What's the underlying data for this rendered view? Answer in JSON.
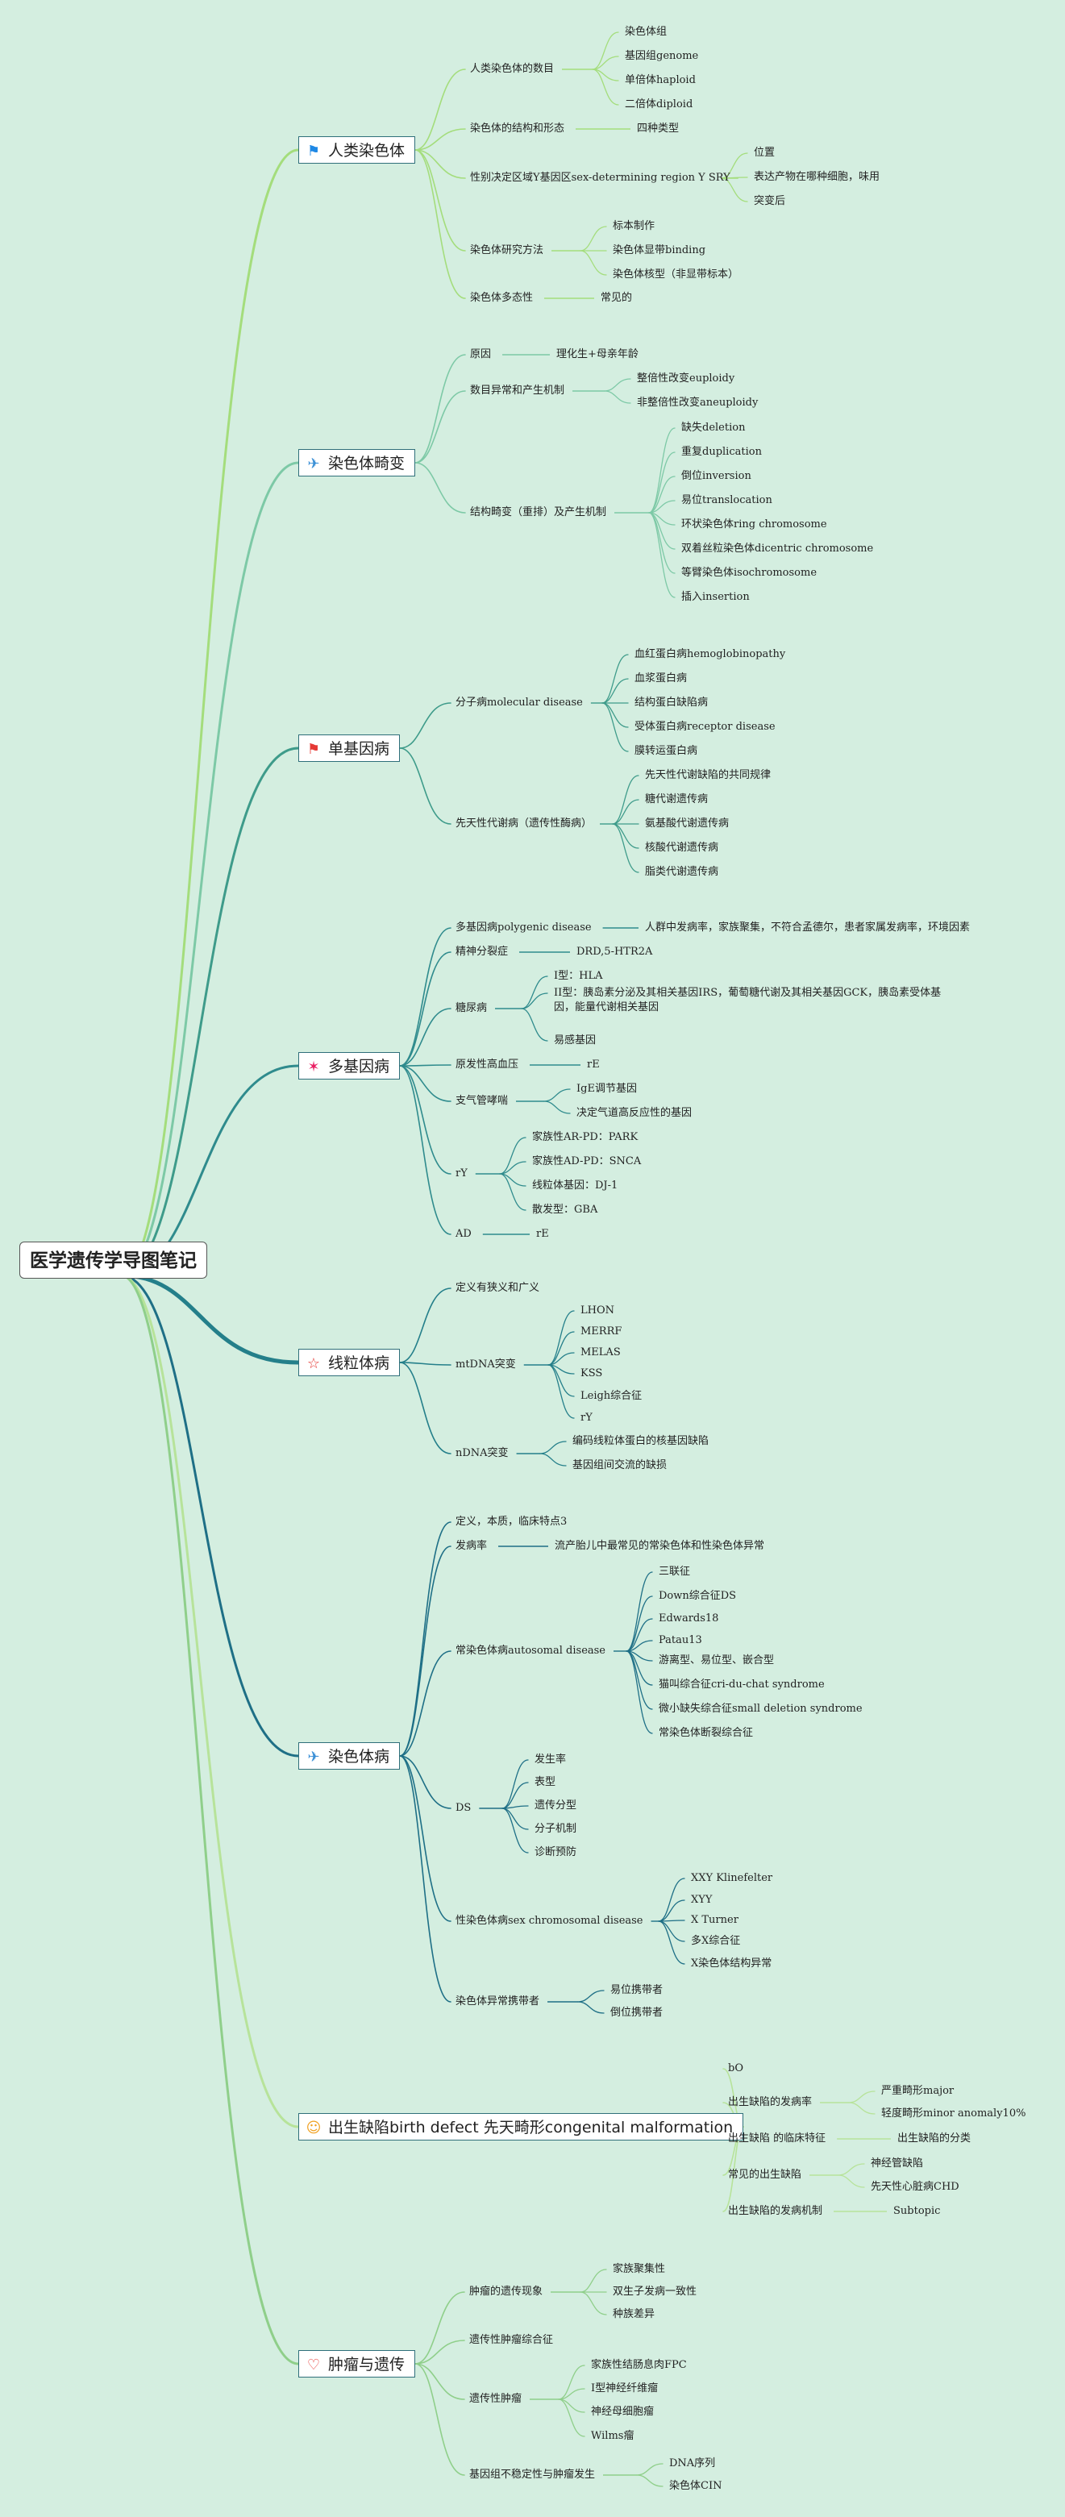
{
  "root": "医学遗传学导图笔记",
  "branches": [
    {
      "label": "人类染色体",
      "icon": "blue-flag-icon",
      "glyph": "⚑",
      "color": "#1e88e5",
      "children": [
        {
          "label": "人类染色体的数目",
          "children": [
            {
              "label": "染色体组"
            },
            {
              "label": "基因组genome"
            },
            {
              "label": "单倍体haploid"
            },
            {
              "label": "二倍体diploid"
            }
          ]
        },
        {
          "label": "染色体的结构和形态",
          "children": [
            {
              "label": "四种类型"
            }
          ]
        },
        {
          "label": "性别决定区域Y基因区sex-determining region Y SRY",
          "children": [
            {
              "label": "位置"
            },
            {
              "label": "表达产物在哪种细胞，味用"
            },
            {
              "label": "突变后"
            }
          ]
        },
        {
          "label": "染色体研究方法",
          "children": [
            {
              "label": "标本制作"
            },
            {
              "label": "染色体显带binding"
            },
            {
              "label": "染色体核型（非显带标本）"
            }
          ]
        },
        {
          "label": "染色体多态性",
          "children": [
            {
              "label": "常见的"
            }
          ]
        }
      ]
    },
    {
      "label": "染色体畸变",
      "icon": "paper-plane-icon",
      "glyph": "✈",
      "color": "#3a8fd6",
      "children": [
        {
          "label": "原因",
          "children": [
            {
              "label": "理化生+母亲年龄"
            }
          ]
        },
        {
          "label": "数目异常和产生机制",
          "children": [
            {
              "label": "整倍性改变euploidy"
            },
            {
              "label": "非整倍性改变aneuploidy"
            }
          ]
        },
        {
          "label": "结构畸变（重排）及产生机制",
          "children": [
            {
              "label": "缺失deletion"
            },
            {
              "label": "重复duplication"
            },
            {
              "label": "倒位inversion"
            },
            {
              "label": "易位translocation"
            },
            {
              "label": "环状染色体ring chromosome"
            },
            {
              "label": "双着丝粒染色体dicentric chromosome"
            },
            {
              "label": "等臂染色体isochromosome"
            },
            {
              "label": "插入insertion"
            }
          ]
        }
      ]
    },
    {
      "label": "单基因病",
      "icon": "red-flag-icon",
      "glyph": "⚑",
      "color": "#e53935",
      "children": [
        {
          "label": "分子病molecular disease",
          "children": [
            {
              "label": "血红蛋白病hemoglobinopathy"
            },
            {
              "label": "血浆蛋白病"
            },
            {
              "label": "结构蛋白缺陷病"
            },
            {
              "label": "受体蛋白病receptor disease"
            },
            {
              "label": "膜转运蛋白病"
            }
          ]
        },
        {
          "label": "先天性代谢病（遗传性酶病）",
          "children": [
            {
              "label": "先天性代谢缺陷的共同规律"
            },
            {
              "label": "糖代谢遗传病"
            },
            {
              "label": "氨基酸代谢遗传病"
            },
            {
              "label": "核酸代谢遗传病"
            },
            {
              "label": "脂类代谢遗传病"
            }
          ]
        }
      ]
    },
    {
      "label": "多基因病",
      "icon": "sparkle-icon",
      "glyph": "✶",
      "color": "#e91e63",
      "children": [
        {
          "label": "多基因病polygenic disease",
          "children": [
            {
              "label": "人群中发病率，家族聚集，不符合孟德尔，患者家属发病率，环境因素"
            }
          ]
        },
        {
          "label": "精神分裂症",
          "children": [
            {
              "label": "DRD,5-HTR2A"
            }
          ]
        },
        {
          "label": "糖尿病",
          "children": [
            {
              "label": "I型：HLA"
            },
            {
              "label": "II型：胰岛素分泌及其相关基因IRS，葡萄糖代谢及其相关基因GCK，胰岛素受体基因，能量代谢相关基因",
              "wrap": true
            },
            {
              "label": "易感基因"
            }
          ]
        },
        {
          "label": "原发性高血压",
          "children": [
            {
              "label": "rE"
            }
          ]
        },
        {
          "label": "支气管哮喘",
          "children": [
            {
              "label": "IgE调节基因"
            },
            {
              "label": "决定气道高反应性的基因"
            }
          ]
        },
        {
          "label": "rY",
          "children": [
            {
              "label": "家族性AR-PD：PARK"
            },
            {
              "label": "家族性AD-PD：SNCA"
            },
            {
              "label": "线粒体基因：DJ-1"
            },
            {
              "label": "散发型：GBA"
            }
          ]
        },
        {
          "label": "AD",
          "children": [
            {
              "label": "rE"
            }
          ]
        }
      ]
    },
    {
      "label": "线粒体病",
      "icon": "star-icon",
      "glyph": "☆",
      "color": "#e53935",
      "children": [
        {
          "label": "定义有狭义和广义",
          "children": []
        },
        {
          "label": "mtDNA突变",
          "children": [
            {
              "label": "LHON"
            },
            {
              "label": "MERRF"
            },
            {
              "label": "MELAS"
            },
            {
              "label": "KSS"
            },
            {
              "label": "Leigh综合征"
            },
            {
              "label": "rY"
            }
          ]
        },
        {
          "label": "nDNA突变",
          "children": [
            {
              "label": "编码线粒体蛋白的核基因缺陷"
            },
            {
              "label": "基因组间交流的缺损"
            }
          ]
        }
      ]
    },
    {
      "label": "染色体病",
      "icon": "paper-plane-icon",
      "glyph": "✈",
      "color": "#3a8fd6",
      "children": [
        {
          "label": "定义，本质，临床特点3",
          "children": []
        },
        {
          "label": "发病率",
          "children": [
            {
              "label": "流产胎儿中最常见的常染色体和性染色体异常"
            }
          ]
        },
        {
          "label": "常染色体病autosomal disease",
          "children": [
            {
              "label": "三联征"
            },
            {
              "label": "Down综合征DS"
            },
            {
              "label": "Edwards18"
            },
            {
              "label": "Patau13"
            },
            {
              "label": "游离型、易位型、嵌合型"
            },
            {
              "label": "猫叫综合征cri-du-chat syndrome"
            },
            {
              "label": "微小缺失综合征small deletion syndrome"
            },
            {
              "label": "常染色体断裂综合征"
            }
          ]
        },
        {
          "label": "DS",
          "children": [
            {
              "label": "发生率"
            },
            {
              "label": "表型"
            },
            {
              "label": "遗传分型"
            },
            {
              "label": "分子机制"
            },
            {
              "label": "诊断预防"
            }
          ]
        },
        {
          "label": "性染色体病sex chromosomal disease",
          "children": [
            {
              "label": "XXY Klinefelter"
            },
            {
              "label": "XYY"
            },
            {
              "label": "X Turner"
            },
            {
              "label": "多X综合征"
            },
            {
              "label": "X染色体结构异常"
            }
          ]
        },
        {
          "label": "染色体异常携带者",
          "children": [
            {
              "label": "易位携带者"
            },
            {
              "label": "倒位携带者"
            }
          ]
        }
      ]
    },
    {
      "label": "出生缺陷birth defect 先天畸形congenital malformation",
      "icon": "baby-icon",
      "glyph": "☺",
      "color": "#f0a020",
      "children": [
        {
          "label": "bO",
          "children": []
        },
        {
          "label": "出生缺陷的发病率",
          "children": [
            {
              "label": "严重畸形major"
            },
            {
              "label": "轻度畸形minor anomaly10%"
            }
          ]
        },
        {
          "label": "出生缺陷 的临床特征",
          "children": [
            {
              "label": "出生缺陷的分类"
            }
          ]
        },
        {
          "label": "常见的出生缺陷",
          "children": [
            {
              "label": "神经管缺陷"
            },
            {
              "label": "先天性心脏病CHD"
            }
          ]
        },
        {
          "label": "出生缺陷的发病机制",
          "children": [
            {
              "label": "Subtopic"
            }
          ]
        }
      ]
    },
    {
      "label": "肿瘤与遗传",
      "icon": "heart-icon",
      "glyph": "♡",
      "color": "#e53935",
      "children": [
        {
          "label": "肿瘤的遗传现象",
          "children": [
            {
              "label": "家族聚集性"
            },
            {
              "label": "双生子发病一致性"
            },
            {
              "label": "种族差异"
            }
          ]
        },
        {
          "label": "遗传性肿瘤综合征",
          "children": []
        },
        {
          "label": "遗传性肿瘤",
          "children": [
            {
              "label": "家族性结肠息肉FPC"
            },
            {
              "label": "I型神经纤维瘤"
            },
            {
              "label": "神经母细胞瘤"
            },
            {
              "label": "Wilms瘤"
            }
          ]
        },
        {
          "label": "基因组不稳定性与肿瘤发生",
          "children": [
            {
              "label": "DNA序列"
            },
            {
              "label": "染色体CIN"
            }
          ]
        }
      ]
    }
  ]
}
